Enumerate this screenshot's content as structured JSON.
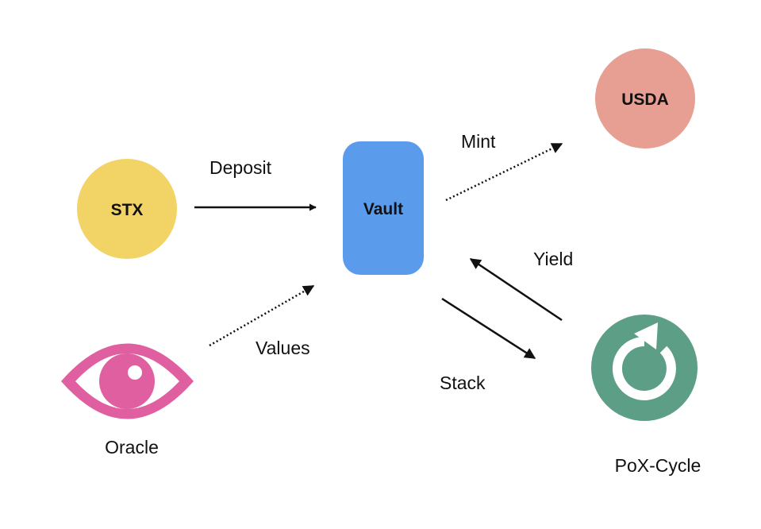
{
  "nodes": {
    "stx": {
      "label": "STX",
      "color": "#F2D466"
    },
    "vault": {
      "label": "Vault",
      "color": "#5B9BEC"
    },
    "usda": {
      "label": "USDA",
      "color": "#E79F93"
    },
    "oracle": {
      "caption": "Oracle",
      "color": "#DF5FA0",
      "icon": "eye-icon"
    },
    "pox": {
      "caption": "PoX-Cycle",
      "color": "#5C9F86",
      "icon": "refresh-icon"
    }
  },
  "edges": {
    "deposit": "Deposit",
    "mint": "Mint",
    "values": "Values",
    "yield": "Yield",
    "stack": "Stack"
  }
}
